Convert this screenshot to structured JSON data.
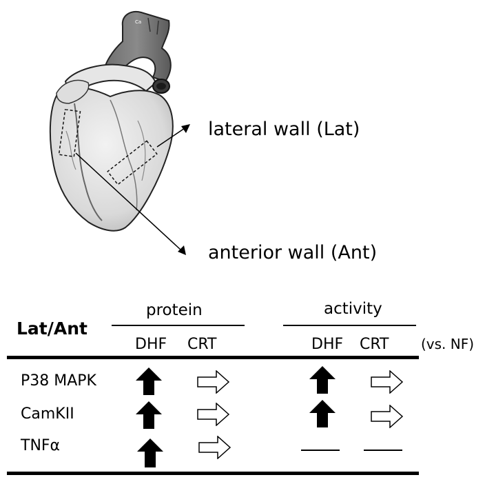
{
  "heart": {
    "lateral_label": "lateral wall (Lat)",
    "anterior_label": "anterior wall (Ant)"
  },
  "table": {
    "title": "Lat/Ant",
    "group_protein": "protein",
    "group_activity": "activity",
    "col_dhf_1": "DHF",
    "col_crt_1": "CRT",
    "col_dhf_2": "DHF",
    "col_crt_2": "CRT",
    "reference": "(vs. NF)",
    "rows": [
      {
        "label": "P38 MAPK",
        "protein_dhf": "up",
        "protein_crt": "unchanged",
        "activity_dhf": "up",
        "activity_crt": "unchanged"
      },
      {
        "label": "CamKII",
        "protein_dhf": "up",
        "protein_crt": "unchanged",
        "activity_dhf": "up",
        "activity_crt": "unchanged"
      },
      {
        "label": "TNFα",
        "protein_dhf": "up",
        "protein_crt": "unchanged",
        "activity_dhf": "not measured",
        "activity_crt": "not measured"
      }
    ]
  }
}
